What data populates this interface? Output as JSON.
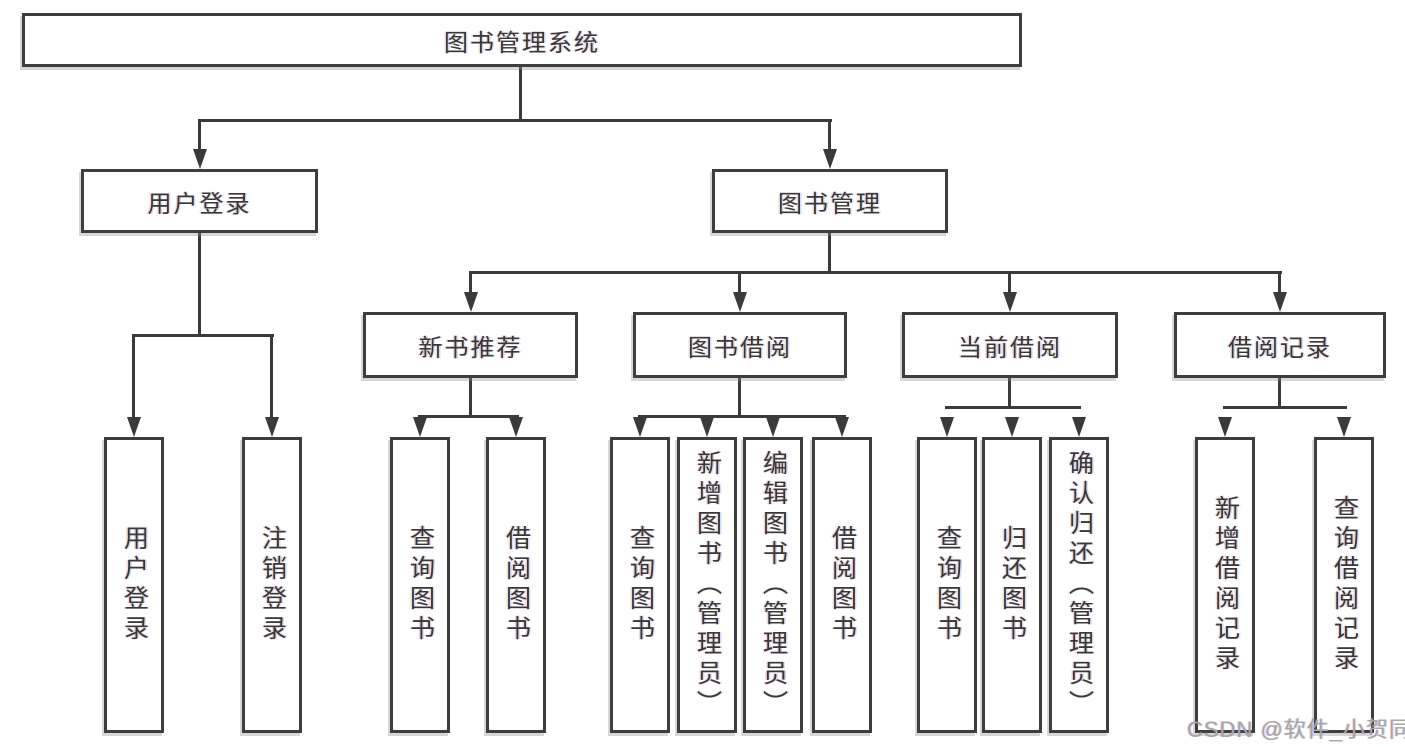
{
  "colors": {
    "line": "#3a3a3a",
    "border": "#3e3e3e",
    "text": "#383838",
    "box_fill": "#ffffff",
    "background": "#ffffff",
    "watermark": "#a6a6a6"
  },
  "watermark": {
    "text": "CSDN @软件_小贺同学"
  },
  "tree": {
    "root": {
      "label": "图书管理系统"
    },
    "level2": [
      {
        "label": "用户登录"
      },
      {
        "label": "图书管理"
      }
    ],
    "level3": [
      {
        "label": "新书推荐",
        "parent": "图书管理"
      },
      {
        "label": "图书借阅",
        "parent": "图书管理"
      },
      {
        "label": "当前借阅",
        "parent": "图书管理"
      },
      {
        "label": "借阅记录",
        "parent": "图书管理"
      }
    ],
    "leaves": [
      {
        "label": "用户登录",
        "parent": "用户登录"
      },
      {
        "label": "注销登录",
        "parent": "用户登录"
      },
      {
        "label": "查询图书",
        "parent": "新书推荐"
      },
      {
        "label": "借阅图书",
        "parent": "新书推荐"
      },
      {
        "label": "查询图书",
        "parent": "图书借阅"
      },
      {
        "label": "新增图书（管理员）",
        "parent": "图书借阅"
      },
      {
        "label": "编辑图书（管理员）",
        "parent": "图书借阅"
      },
      {
        "label": "借阅图书",
        "parent": "图书借阅"
      },
      {
        "label": "查询图书",
        "parent": "当前借阅"
      },
      {
        "label": "归还图书",
        "parent": "当前借阅"
      },
      {
        "label": "确认归还（管理员）",
        "parent": "当前借阅"
      },
      {
        "label": "新增借阅记录",
        "parent": "借阅记录"
      },
      {
        "label": "查询借阅记录",
        "parent": "借阅记录"
      }
    ]
  }
}
